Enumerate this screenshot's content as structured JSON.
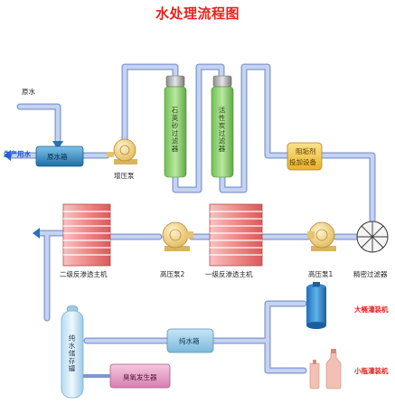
{
  "title": "水处理流程图",
  "labels": {
    "raw_water": "原水",
    "domestic_water": "生产用水",
    "raw_water_tank": "原水箱",
    "booster_pump": "增压泵",
    "quartz_filter": "石英砂过滤器",
    "carbon_filter": "活性炭过滤器",
    "scale_inhibitor_line1": "阻垢剂",
    "scale_inhibitor_line2": "投加设备",
    "precision_filter": "精密过滤器",
    "hp_pump_1": "高压泵1",
    "primary_ro": "一级反渗透主机",
    "hp_pump_2": "高压泵2",
    "secondary_ro": "二级反渗透主机",
    "water_tank_col": "纯水储存罐",
    "pure_water_tank": "纯水箱",
    "ozone_generator": "臭氧发生器",
    "large_bottle_filling": "大桶灌装机",
    "small_bottle_filling": "小瓶灌装机"
  },
  "colors": {
    "pipe": "#b8c6e8",
    "pipe_edge": "#7f96cf",
    "title": "#e8211b",
    "tank_blue": "#2a8fc9",
    "filter_green": "#8fcf6f",
    "pump_yellow": "#f3dc9a",
    "ro_red": "#e9787a",
    "dosing_yellow": "#f6cf52",
    "ozone_pink": "#e7a3c7"
  }
}
